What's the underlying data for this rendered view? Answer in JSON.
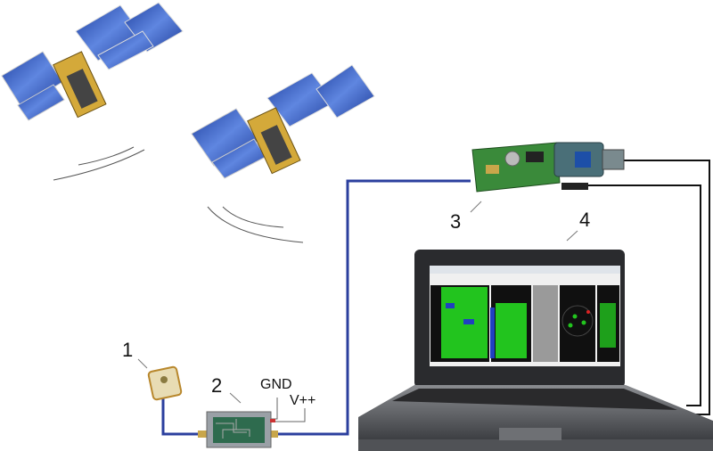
{
  "labels": {
    "antenna": "1",
    "amplifier": "2",
    "receiver": "3",
    "laptop": "4",
    "gnd": "GND",
    "vplus": "V++"
  },
  "colors": {
    "cable_blue": "#2b3f9e",
    "panel_blue": "#2f55c4",
    "screen_green": "#22c41e",
    "board_green": "#3a8a3a"
  }
}
